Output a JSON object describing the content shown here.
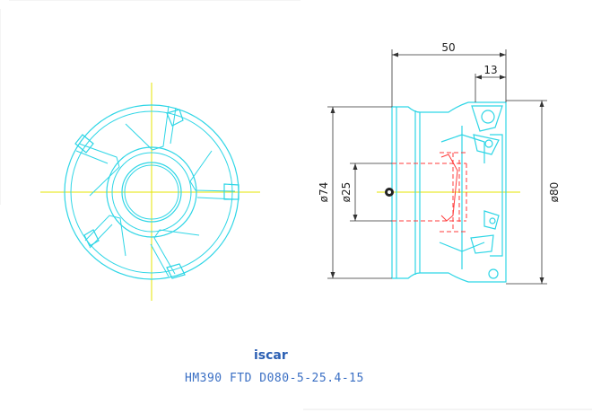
{
  "drawing": {
    "dimensions": {
      "overall_length": "50",
      "insert_length": "13",
      "diameter_body": "ø74",
      "diameter_bore": "ø25",
      "diameter_cutting": "ø80"
    },
    "logo_text": "iscar",
    "part_number": "HM390 FTD D080-5-25.4-15"
  },
  "colors": {
    "outline": "#2fd6e6",
    "centerline": "#e6e600",
    "hidden": "#ff3b3b",
    "dimension": "#333333",
    "brand": "#2b5fb3"
  }
}
